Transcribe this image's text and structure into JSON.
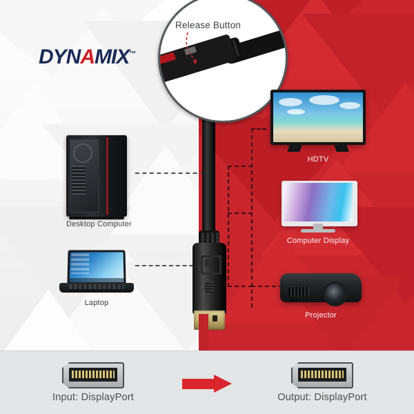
{
  "brand": {
    "part1": "DYN",
    "accent": "A",
    "part2": "MIX",
    "tm": "™",
    "navy": "#1b2a57",
    "red": "#d01f26"
  },
  "callout": {
    "label": "Release Button"
  },
  "input_devices": [
    {
      "name": "desktop-computer",
      "caption": "Desktop Computer"
    },
    {
      "name": "laptop",
      "caption": "Laptop"
    }
  ],
  "output_devices": [
    {
      "name": "hdtv",
      "caption": "HDTV"
    },
    {
      "name": "computer-display",
      "caption": "Computer Display"
    },
    {
      "name": "projector",
      "caption": "Projector"
    }
  ],
  "bottom_bar": {
    "input_label": "Input: DisplayPort",
    "output_label": "Output: DisplayPort",
    "arrow": "right-arrow",
    "icon": "displayport-connector-icon",
    "arrow_color": "#d9262c",
    "background": "#e4e5e7"
  },
  "theme": {
    "white_panel": "#f5f5f5",
    "red_panel": "#c8252c",
    "cable": "#111111",
    "gold": "#bda96a"
  }
}
